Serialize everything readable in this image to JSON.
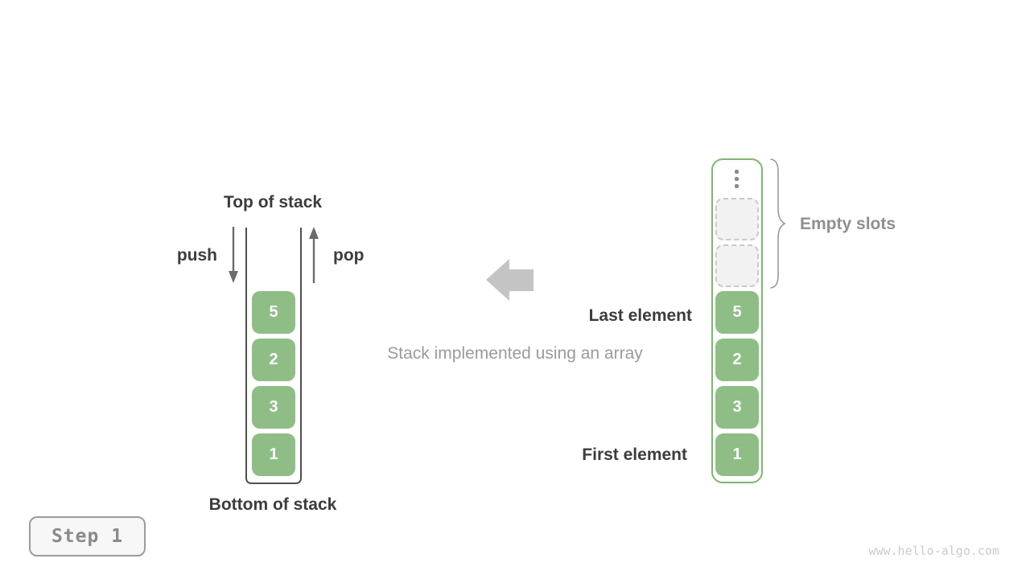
{
  "colors": {
    "cell_green": "#8ebe86",
    "array_border_green": "#7bb96e",
    "dark_text": "#3c3c3c",
    "muted_text": "#9a9a9a",
    "block_arrow_gray": "#c4c4c4",
    "empty_slot_fill": "#f2f2f2",
    "step_badge_bg": "#f7f7f7",
    "watermark_gray": "#cbcbcb"
  },
  "left_stack": {
    "top_label": "Top of stack",
    "bottom_label": "Bottom of stack",
    "push_label": "push",
    "pop_label": "pop",
    "cells": [
      "5",
      "2",
      "3",
      "1"
    ]
  },
  "center": {
    "caption": "Stack implemented using an array"
  },
  "array": {
    "empty_slots_label": "Empty slots",
    "last_element_label": "Last element",
    "first_element_label": "First element",
    "empty_slot_count": 2,
    "cells": [
      "5",
      "2",
      "3",
      "1"
    ]
  },
  "footer": {
    "step_label": "Step 1",
    "watermark": "www.hello-algo.com"
  }
}
